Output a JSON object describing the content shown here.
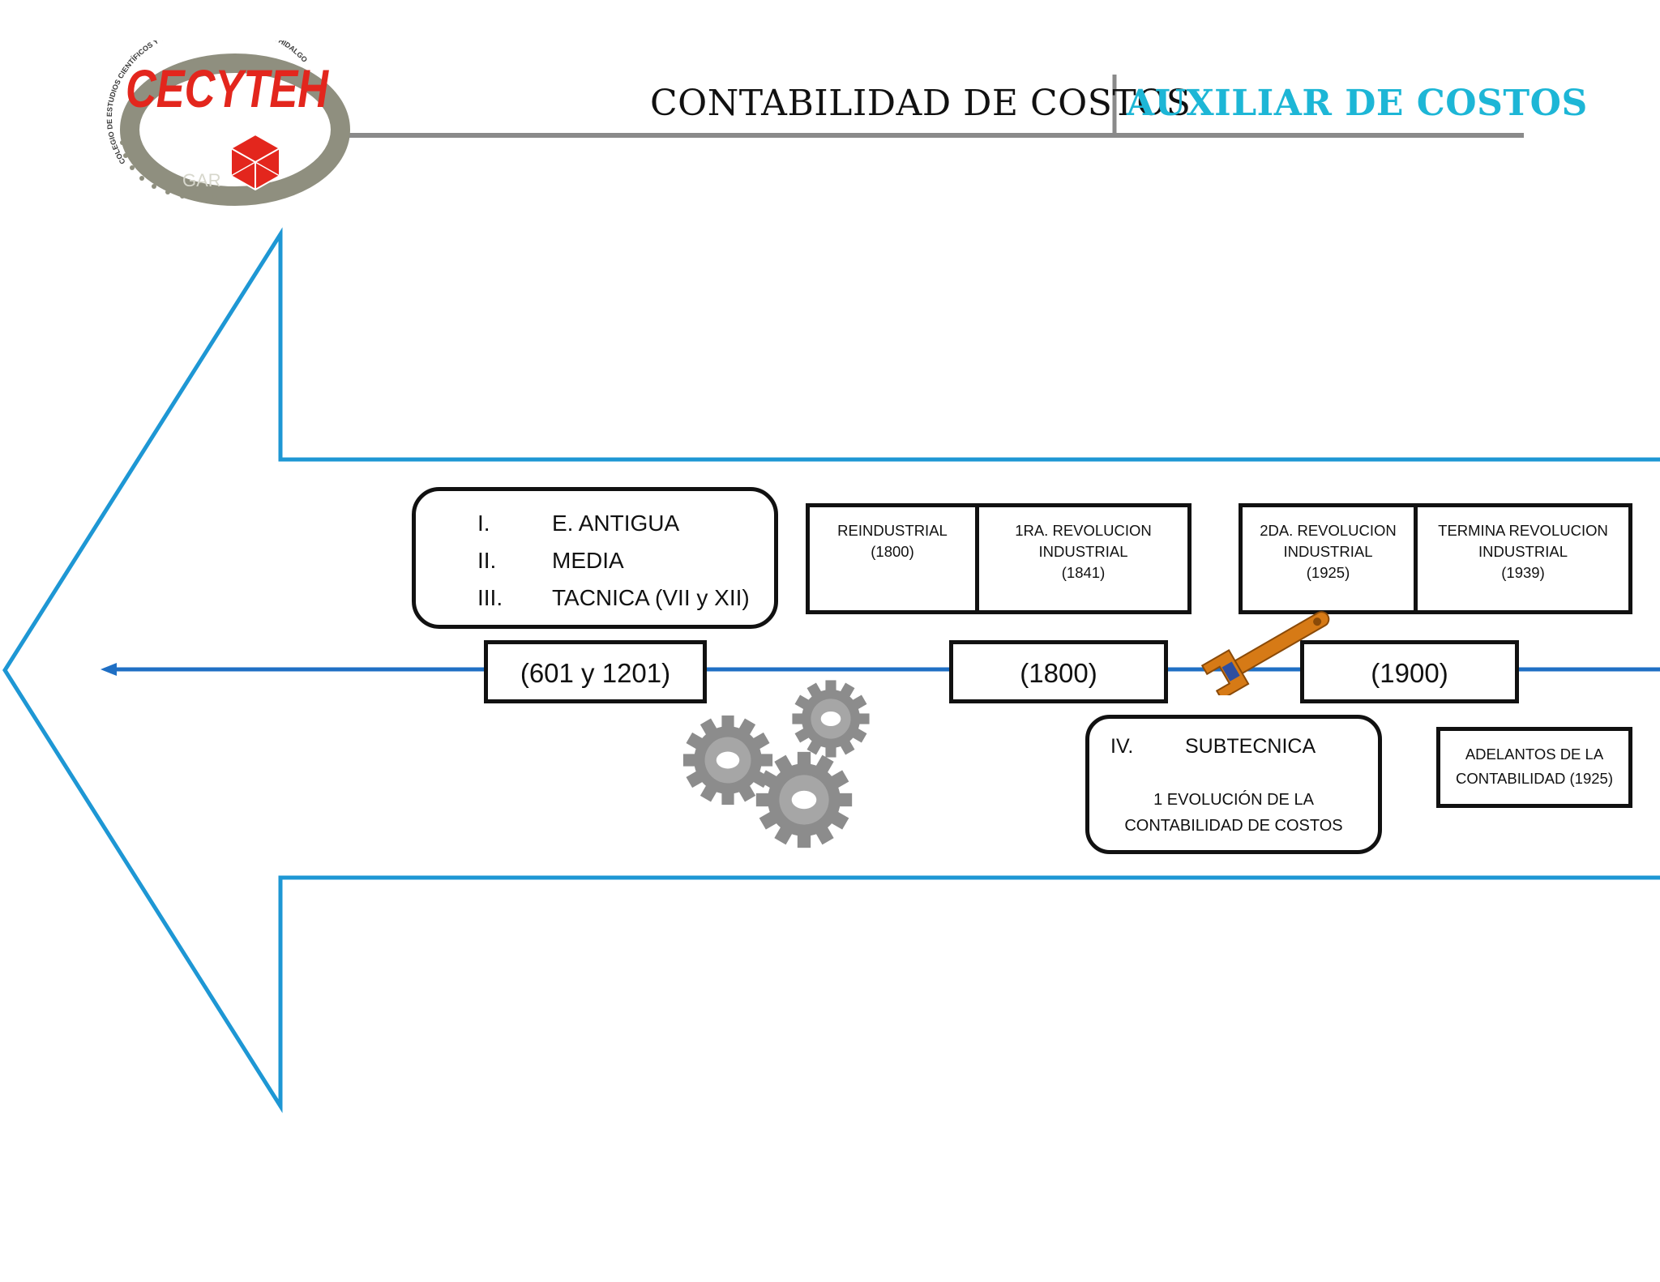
{
  "header": {
    "logo_text": "CECYTEH",
    "logo_subtext": "GAR",
    "logo_ring_text": "COLEGIO DE ESTUDIOS CIENTÍFICOS Y TECNOLÓGICOS DEL ESTADO DE HIDALGO",
    "title": "CONTABILIDAD DE COSTOS",
    "subtitle": "AUXILIAR DE COSTOS"
  },
  "colors": {
    "brand_red": "#e3261d",
    "logo_gray": "#8f8f7f",
    "accent_cyan": "#1db6d6",
    "arrow_blue": "#1e97d4",
    "timeline_blue": "#1f6fc4",
    "rule_gray": "#8a8a8a",
    "wrench_orange": "#d67a16",
    "gear_gray": "#8c8c8c"
  },
  "eras": {
    "items": [
      {
        "num": "I.",
        "label": "E. ANTIGUA"
      },
      {
        "num": "II.",
        "label": "MEDIA"
      },
      {
        "num": "III.",
        "label": "TACNICA  (VII y XII)"
      }
    ]
  },
  "events": {
    "reindustrial": "REINDUSTRIAL\n(1800)",
    "first_revolution": "1RA. REVOLUCION\nINDUSTRIAL\n(1841)",
    "second_revolution": "2DA. REVOLUCION\nINDUSTRIAL\n(1925)",
    "end_revolution": "TERMINA REVOLUCION\nINDUSTRIAL\n(1939)",
    "accounting_advances": "ADELANTOS DE LA\nCONTABILIDAD (1925)"
  },
  "years": {
    "y1": "(601 y 1201)",
    "y2": "(1800)",
    "y3": "(1900)"
  },
  "subtecnica": {
    "num": "IV.",
    "label": "SUBTECNICA",
    "description": "1 EVOLUCIÓN DE LA\nCONTABILIDAD DE COSTOS"
  },
  "icons": [
    "cecyteh-logo-icon",
    "gears-icon",
    "wrench-icon"
  ]
}
